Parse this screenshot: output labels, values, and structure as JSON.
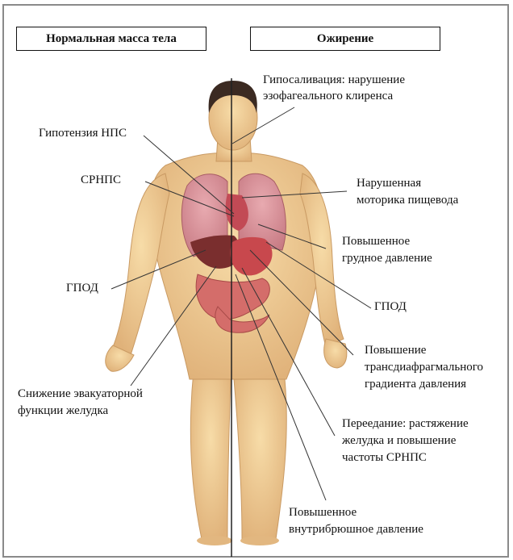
{
  "headers": {
    "left": "Нормальная масса тела",
    "right": "Ожирение"
  },
  "labels": {
    "hyposalivation_1": "Гипосаливация: нарушение",
    "hyposalivation_2": "эзофагеального клиренса",
    "hypotension": "Гипотензия НПС",
    "srnps": "СРНПС",
    "motility_1": "Нарушенная",
    "motility_2": "моторика пищевода",
    "thoracic_1": "Повышенное",
    "thoracic_2": "грудное давление",
    "gpod_left": "ГПОД",
    "gpod_right": "ГПОД",
    "transdiaphragm_1": "Повышение",
    "transdiaphragm_2": "трансдиафрагмального",
    "transdiaphragm_3": "градиента давления",
    "gastric_1": "Снижение эвакуаторной",
    "gastric_2": "функции желудка",
    "overeating_1": "Переедание: растяжение",
    "overeating_2": "желудка и повышение",
    "overeating_3": "частоты СРНПС",
    "abdominal_1": "Повышенное",
    "abdominal_2": "внутрибрюшное давление"
  },
  "colors": {
    "skin": "#f0cf94",
    "skin_shadow": "#d9ae72",
    "lungs": "#d48b93",
    "stomach": "#c8484d",
    "intestine": "#d46d6a",
    "liver": "#7a2e2e",
    "hair": "#3b2a22"
  }
}
